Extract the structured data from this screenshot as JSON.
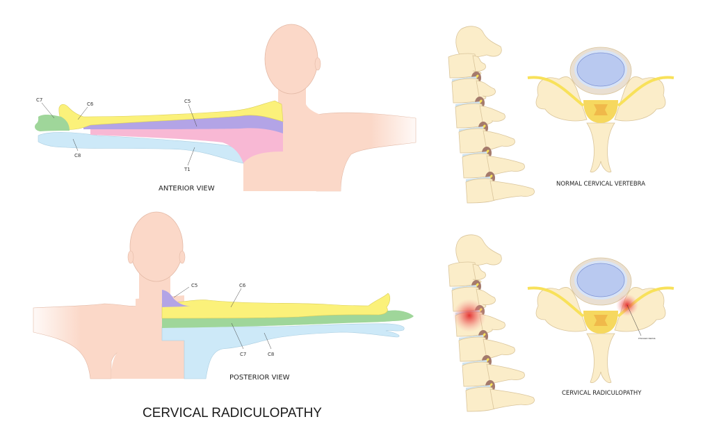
{
  "title": "CERVICAL RADICULOPATHY",
  "anterior": {
    "view_label": "ANTERIOR VIEW",
    "dermatomes": [
      {
        "label": "C7",
        "color": "#9fd69a"
      },
      {
        "label": "C6",
        "color": "#fbf17a"
      },
      {
        "label": "C5",
        "color": "#b3a4e6"
      },
      {
        "label": "C8",
        "color": "#cde9f8"
      },
      {
        "label": "T1",
        "color": "#cde9f8"
      }
    ],
    "medial_color": "#f8b8d4"
  },
  "posterior": {
    "view_label": "POSTERIOR VIEW",
    "dermatomes": [
      {
        "label": "C5",
        "color": "#b3a4e6"
      },
      {
        "label": "C6",
        "color": "#fbf17a"
      },
      {
        "label": "C7",
        "color": "#9fd69a"
      },
      {
        "label": "C8",
        "color": "#cde9f8"
      }
    ]
  },
  "spine_normal": {
    "caption": "NORMAL CERVICAL VERTEBRA"
  },
  "spine_affected": {
    "caption": "CERVICAL RADICULOPATHY",
    "annotation": "PINCHED NERVE"
  },
  "colors": {
    "skin": "#fbd8c8",
    "bone": "#fbedc9",
    "bone_outline": "#d9c49a",
    "disc": "#cfe3ef",
    "foramen": "#a47a6c",
    "nerve": "#f8e15a",
    "cord": "#f6d85f",
    "cord_center": "#f0b94a",
    "disc_nucleus": "#b9c9f0",
    "inflammation": "#e43a3a"
  }
}
